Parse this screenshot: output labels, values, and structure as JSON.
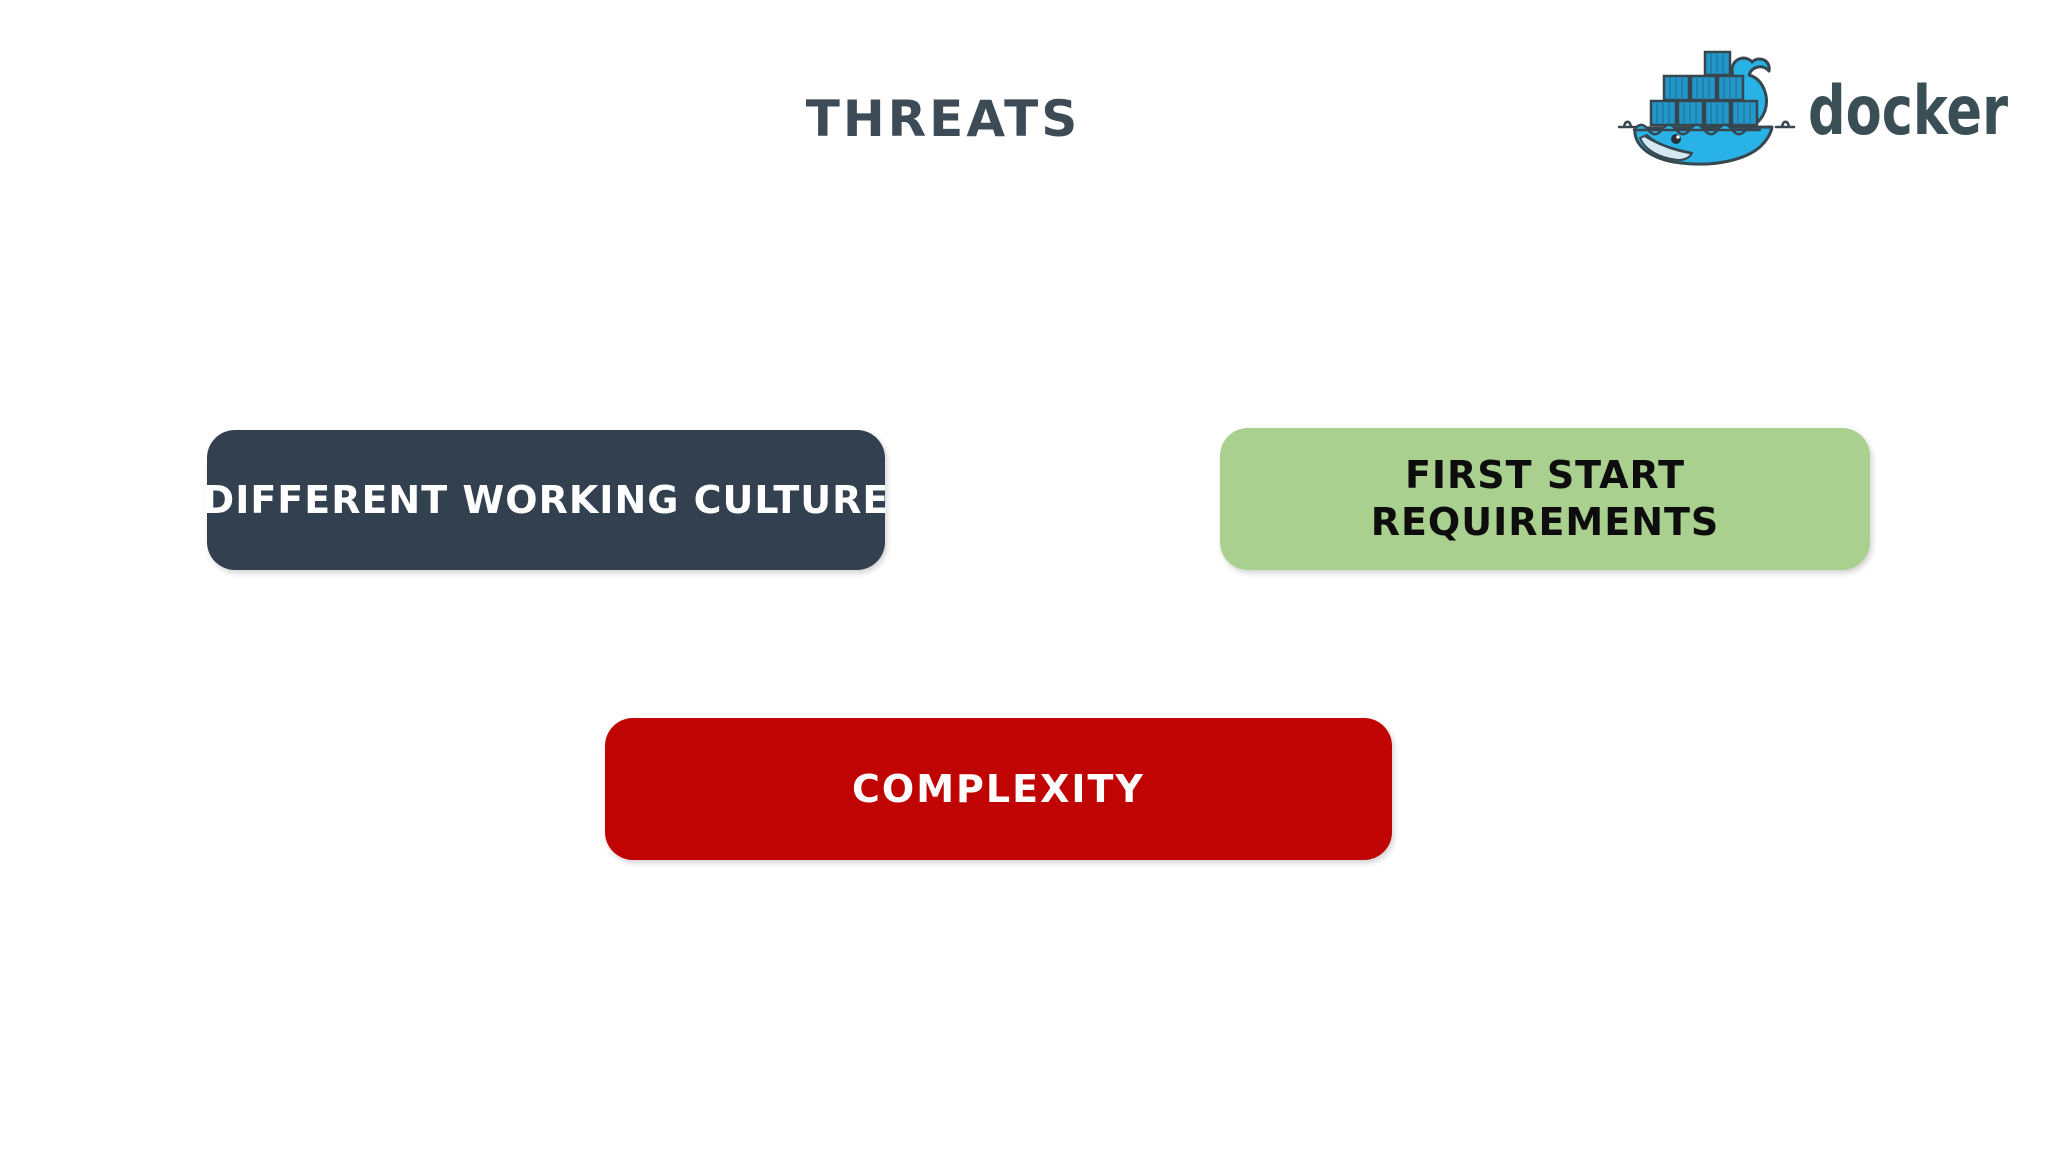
{
  "slide": {
    "title": "THREATS"
  },
  "logo": {
    "icon": "docker-whale-icon",
    "wordmark": "docker",
    "colors": {
      "whale_blue": "#29b2e6",
      "container_blue": "#2496c8",
      "outline": "#37474f",
      "wordmark_text": "#3a4e55"
    }
  },
  "boxes": {
    "culture": {
      "label": "DIFFERENT WORKING CULTURE",
      "bg": "#32404f",
      "text_color": "#ffffff"
    },
    "first_start": {
      "line1": "FIRST START",
      "line2": "REQUIREMENTS",
      "bg": "#a9d08f",
      "text_color": "#0d0d0d"
    },
    "complexity": {
      "label": "COMPLEXITY",
      "bg": "#c00404",
      "text_color": "#ffffff"
    }
  }
}
